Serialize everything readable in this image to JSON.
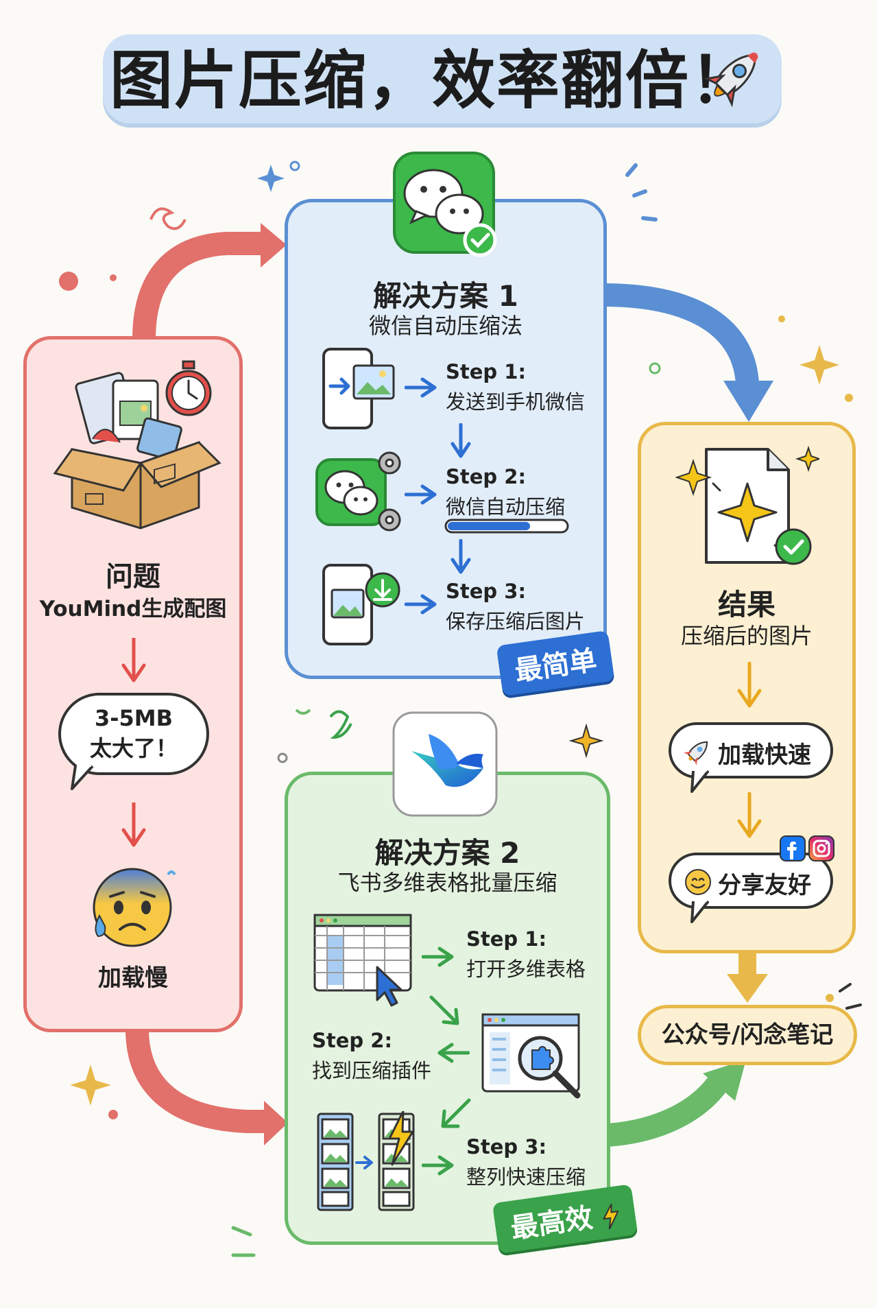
{
  "title": {
    "text": "图片压缩，效率翻倍！",
    "icon": "rocket-icon"
  },
  "problem": {
    "heading": "问题",
    "subheading": "YouMind生成配图",
    "bubble_text_line1": "3-5MB",
    "bubble_text_line2": "太大了！",
    "result_label": "加载慢",
    "icons": [
      "box-icon",
      "stopwatch-icon",
      "anxious-face-icon"
    ]
  },
  "solution1": {
    "heading": "解决方案 1",
    "subheading": "微信自动压缩法",
    "steps": [
      {
        "num": "Step 1:",
        "text": "发送到手机微信",
        "icon": "phone-send-image-icon"
      },
      {
        "num": "Step 2:",
        "text": "微信自动压缩",
        "icon": "wechat-gears-icon"
      },
      {
        "num": "Step 3:",
        "text": "保存压缩后图片",
        "icon": "phone-save-image-icon"
      }
    ],
    "badge": "最简单",
    "app_icon": "wechat-icon"
  },
  "solution2": {
    "heading": "解决方案 2",
    "subheading": "飞书多维表格批量压缩",
    "steps": [
      {
        "num": "Step 1:",
        "text": "打开多维表格",
        "icon": "spreadsheet-icon"
      },
      {
        "num": "Step 2:",
        "text": "找到压缩插件",
        "icon": "plugin-search-icon"
      },
      {
        "num": "Step 3:",
        "text": "整列快速压缩",
        "icon": "batch-compress-icon"
      }
    ],
    "badge": "最高效",
    "app_icon": "feishu-icon"
  },
  "result": {
    "heading": "结果",
    "subheading": "压缩后的图片",
    "benefits": [
      {
        "text": "加载快速",
        "icon": "rocket-icon"
      },
      {
        "text": "分享友好",
        "icon": "smile-icon"
      }
    ],
    "icons": [
      "sparkle-document-icon",
      "facebook-icon",
      "instagram-icon"
    ]
  },
  "destination": {
    "text": "公众号/闪念笔记"
  },
  "colors": {
    "problem": "#e2706b",
    "solution1": "#5b8fd4",
    "solution2": "#6aba6a",
    "result": "#e8b94a",
    "title_banner": "#cfe1f5"
  }
}
